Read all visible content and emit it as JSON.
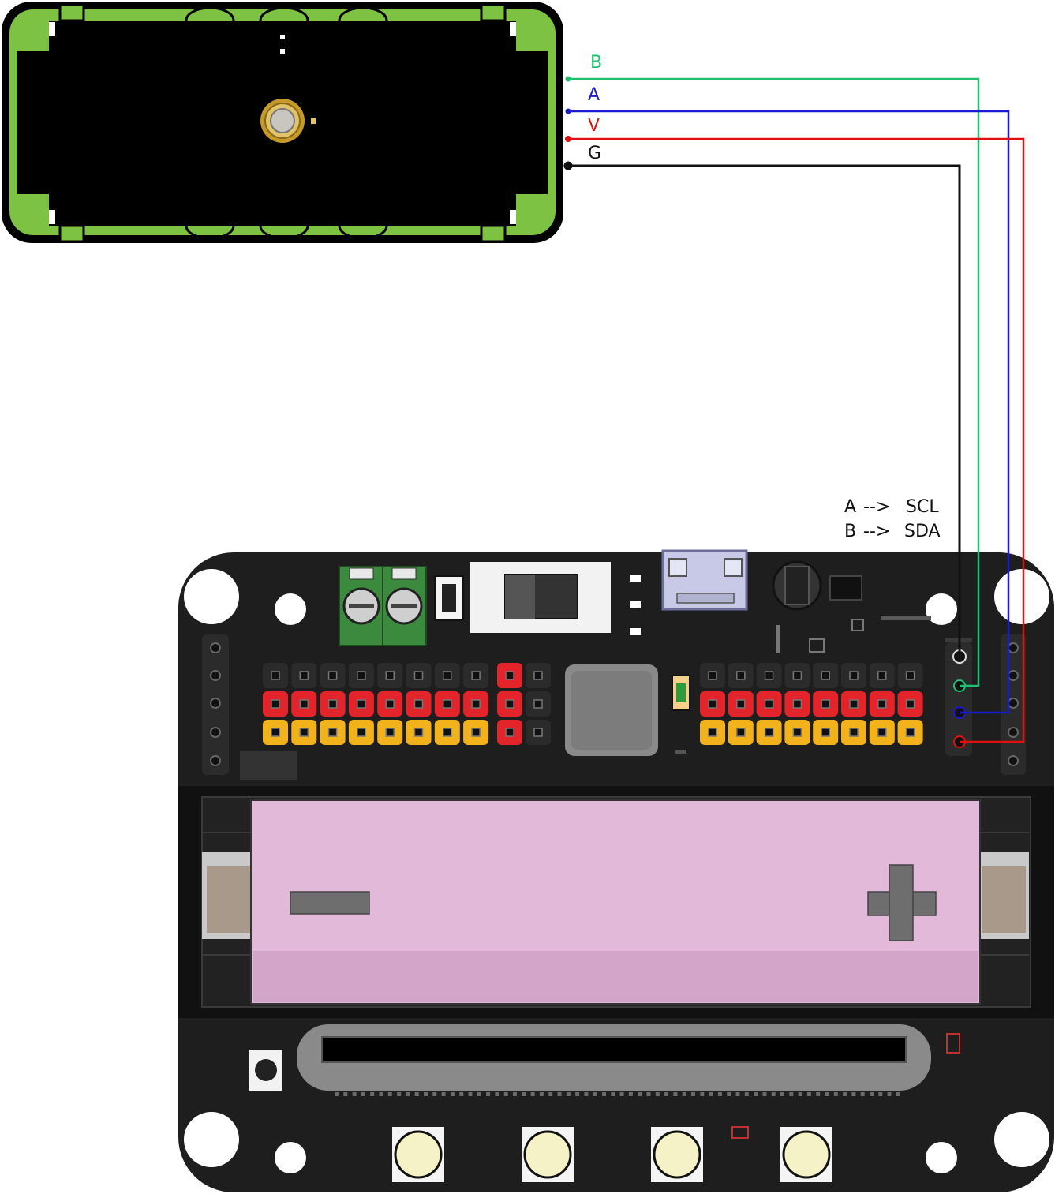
{
  "wires": [
    {
      "label": "B",
      "color": "#20c070"
    },
    {
      "label": "A",
      "color": "#1a1ad0"
    },
    {
      "label": "V",
      "color": "#e01010"
    },
    {
      "label": "G",
      "color": "#111111"
    }
  ],
  "pin_map": [
    {
      "from": "A",
      "arrow": "-->",
      "to": "SCL"
    },
    {
      "from": "B",
      "arrow": "-->",
      "to": "SDA"
    }
  ],
  "colors": {
    "module_frame": "#7dc242",
    "module_body": "#000000",
    "board": "#1e1e1e",
    "header_black": "#2b2b2b",
    "header_red": "#e3242b",
    "header_yellow": "#f2b21b",
    "battery": "#e2b9d8",
    "terminal_green": "#3b8a3e",
    "button_cap": "#f5f2c8"
  }
}
